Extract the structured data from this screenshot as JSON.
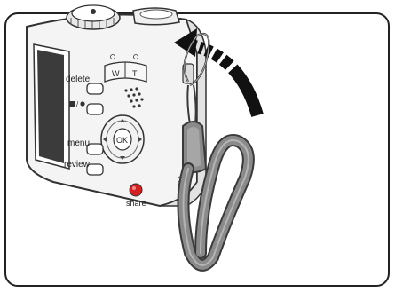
{
  "illustration": {
    "subject": "camera-with-wrist-strap",
    "arrow_direction": "loop-through-eyelet"
  },
  "buttons": {
    "delete_label": "delete",
    "menu_label": "menu",
    "review_label": "review",
    "share_label": "share",
    "zoom_wide": "W",
    "zoom_tele": "T",
    "ok_label": "OK"
  },
  "colors": {
    "share_button": "#d32020",
    "strap": "#8a8a8a",
    "strap_edge": "#3a3a3a",
    "frame_border": "#222222"
  }
}
